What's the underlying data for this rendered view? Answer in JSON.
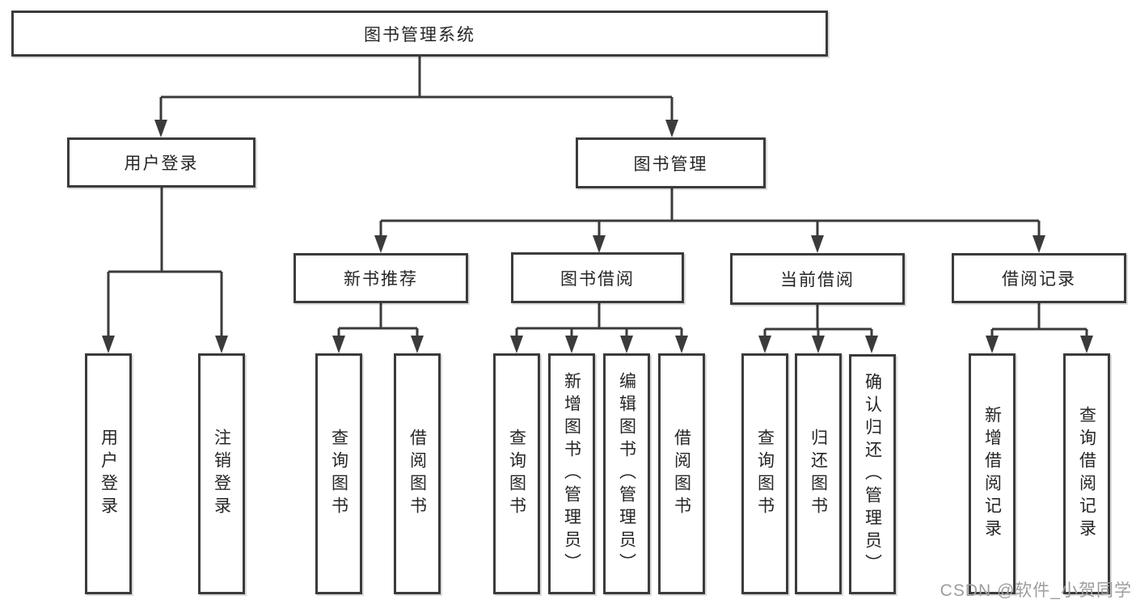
{
  "diagram": {
    "title": "图书管理系统",
    "root": {
      "label": "图书管理系统"
    },
    "branches": [
      {
        "label": "用户登录",
        "children": [
          {
            "label": "用户登录"
          },
          {
            "label": "注销登录"
          }
        ]
      },
      {
        "label": "图书管理",
        "children": [
          {
            "label": "新书推荐",
            "children": [
              {
                "label": "查询图书"
              },
              {
                "label": "借阅图书"
              }
            ]
          },
          {
            "label": "图书借阅",
            "children": [
              {
                "label": "查询图书"
              },
              {
                "label": "新增图书（管理员）"
              },
              {
                "label": "编辑图书（管理员）"
              },
              {
                "label": "借阅图书"
              }
            ]
          },
          {
            "label": "当前借阅",
            "children": [
              {
                "label": "查询图书"
              },
              {
                "label": "归还图书"
              },
              {
                "label": "确认归还（管理员）"
              }
            ]
          },
          {
            "label": "借阅记录",
            "children": [
              {
                "label": "新增借阅记录"
              },
              {
                "label": "查询借阅记录"
              }
            ]
          }
        ]
      }
    ]
  },
  "watermark": {
    "text": "CSDN @软件_小贺同学"
  },
  "colors": {
    "line": "#3b3b3b",
    "box_border": "#3b3b3b",
    "text": "#262626",
    "watermark": "#9d9d9d",
    "background": "#ffffff"
  }
}
